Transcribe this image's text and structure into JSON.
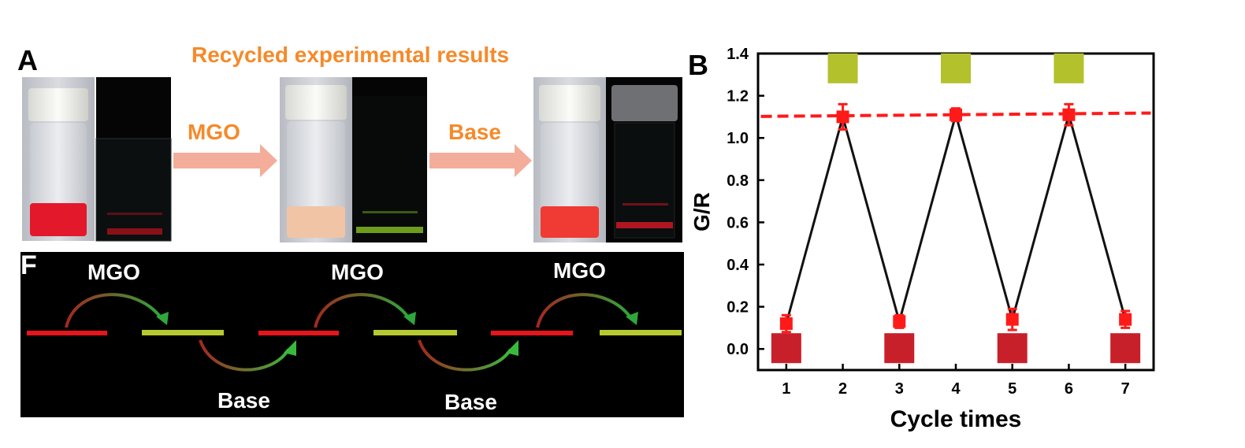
{
  "panel_a": {
    "letter": "A",
    "title": "Recycled experimental results",
    "arrow1_label": "MGO",
    "arrow2_label": "Base",
    "colors": {
      "orange": "#f58a2a",
      "arrow": "#f4ad9a"
    }
  },
  "panel_f": {
    "letter": "F",
    "top_labels": [
      "MGO",
      "MGO",
      "MGO"
    ],
    "bottom_labels": [
      "Base",
      "Base"
    ],
    "colors": {
      "red_strip": "#e8141c",
      "green_strip": "#b7c92f"
    }
  },
  "panel_b": {
    "letter": "B"
  },
  "chart_data": {
    "type": "line",
    "xlabel": "Cycle times",
    "ylabel": "G/R",
    "x": [
      1,
      2,
      3,
      4,
      5,
      6,
      7
    ],
    "xticks": [
      "1",
      "2",
      "3",
      "4",
      "5",
      "6",
      "7"
    ],
    "yticks": [
      "0.0",
      "0.2",
      "0.4",
      "0.6",
      "0.8",
      "1.0",
      "1.2",
      "1.4"
    ],
    "xlim": [
      0.5,
      7.5
    ],
    "ylim": [
      -0.1,
      1.4
    ],
    "series": [
      {
        "values": [
          0.12,
          1.1,
          0.13,
          1.11,
          0.14,
          1.11,
          0.14
        ],
        "errors": [
          0.04,
          0.06,
          0.03,
          0.03,
          0.05,
          0.05,
          0.04
        ]
      }
    ],
    "reference_line": {
      "y": 1.11,
      "style": "dashed",
      "color": "#ff1a1a"
    },
    "swatches": {
      "green_at_x": [
        2,
        4,
        6
      ],
      "red_at_x": [
        1,
        3,
        5,
        7
      ]
    },
    "colors": {
      "line": "#111111",
      "marker": "#ff1a1a",
      "green_swatch": "#b3c12c",
      "red_swatch": "#c8202a"
    }
  }
}
